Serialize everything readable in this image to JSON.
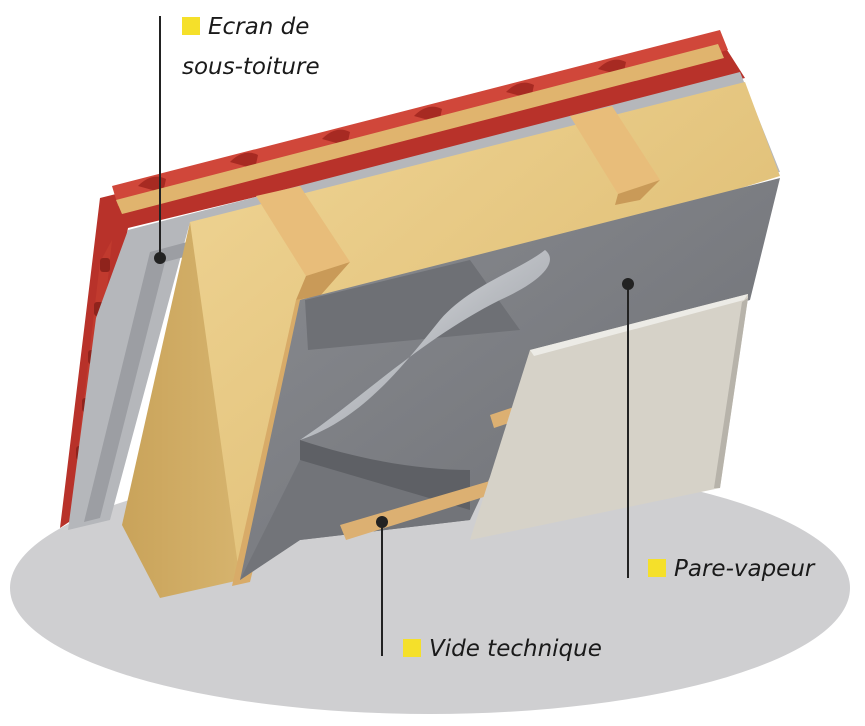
{
  "labels": {
    "ecran_line1": "Ecran de",
    "ecran_line2": "sous-toiture",
    "pare_vapeur": "Pare-vapeur",
    "vide_technique": "Vide technique"
  },
  "colors": {
    "label_marker": "#f5e02a",
    "leader_line": "#222222",
    "tiles": "#c0372a",
    "insulation": "#e3c27a",
    "membrane": "#7a7c80",
    "plasterboard": "#d6d2c8",
    "timber": "#dcb072",
    "ground": "#cfcfd1"
  }
}
